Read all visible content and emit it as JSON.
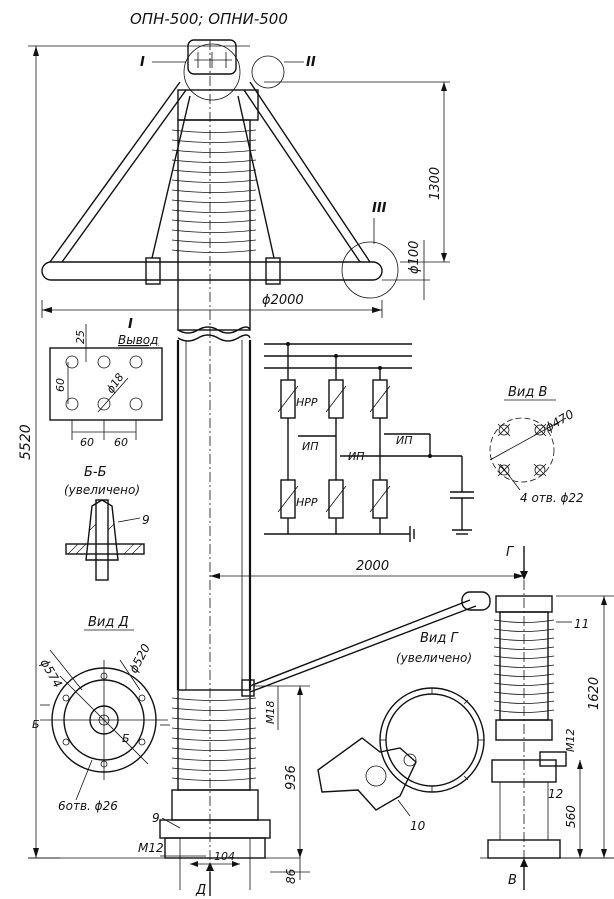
{
  "title": "ОПН-500; ОПНИ-500",
  "callouts": {
    "I": "I",
    "II": "II",
    "III": "III"
  },
  "dims": {
    "total_height": "5520",
    "top_1300": "1300",
    "d100": "ϕ100",
    "d2000": "ϕ2000",
    "span_2000": "2000",
    "h1620": "1620",
    "m18": "М18",
    "h936": "936",
    "h86": "86",
    "m12_left": "М12",
    "w104": "104",
    "m12_right": "М12",
    "n12": "12",
    "h560": "560"
  },
  "detail_I": {
    "title": "I",
    "subtitle": "Вывод",
    "d25": "25",
    "d60_v": "60",
    "d18": "ϕ18",
    "d60_a": "60",
    "d60_b": "60"
  },
  "section_BB": {
    "title": "Б-Б",
    "subtitle": "(увеличено)",
    "item": "9"
  },
  "view_D": {
    "title": "Вид Д",
    "d574": "ϕ574",
    "d520": "ϕ520",
    "holes": "6отв. ϕ26",
    "b1": "Б",
    "b2": "Б"
  },
  "view_V": {
    "title": "Вид В",
    "d470": "ϕ470",
    "holes": "4 отв. ϕ22"
  },
  "view_G": {
    "title": "Вид Г",
    "subtitle": "(увеличено)",
    "item10": "10"
  },
  "schematic": {
    "npp1": "НРР",
    "npp2": "НРР",
    "ip1": "ИП",
    "ip2": "ИП",
    "ip3": "ИП"
  },
  "markers": {
    "G": "Г",
    "V": "В",
    "D": "Д",
    "item11": "11",
    "item9": "9"
  }
}
